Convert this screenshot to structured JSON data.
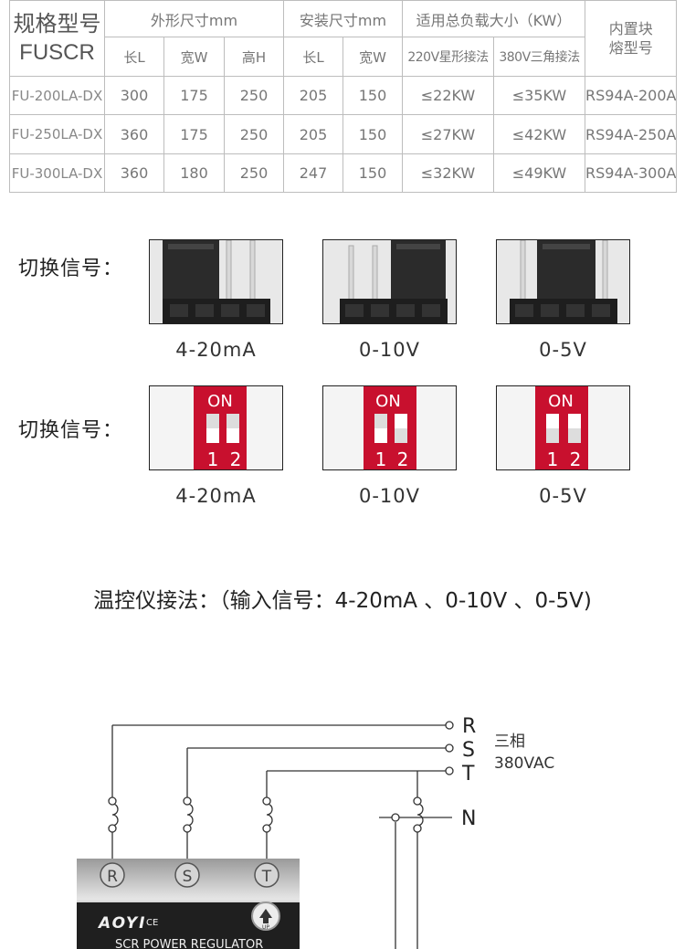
{
  "spec_table": {
    "model_header": "规格型号",
    "brand": "FUSCR",
    "outer_size_header": "外形尺寸mm",
    "install_size_header": "安装尺寸mm",
    "load_header": "适用总负载大小（KW）",
    "fuse_header": "内置块熔型号",
    "sub_headers": [
      "长L",
      "宽W",
      "高H",
      "长L",
      "宽W",
      "220V星形接法",
      "380V三角接法"
    ],
    "rows": [
      [
        "FU-200LA-DX",
        "300",
        "175",
        "250",
        "205",
        "150",
        "≤22KW",
        "≤35KW",
        "RS94A-200A"
      ],
      [
        "FU-250LA-DX",
        "360",
        "175",
        "250",
        "205",
        "150",
        "≤27KW",
        "≤42KW",
        "RS94A-250A"
      ],
      [
        "FU-300LA-DX",
        "360",
        "180",
        "250",
        "247",
        "150",
        "≤32KW",
        "≤49KW",
        "RS94A-300A"
      ]
    ]
  },
  "signal_switch": {
    "label": "切换信号：",
    "jumper_options": [
      "4-20mA",
      "0-10V",
      "0-5V"
    ],
    "dip_options": [
      "4-20mA",
      "0-10V",
      "0-5V"
    ],
    "dip_on_label": "ON",
    "dip_numbers": [
      "1",
      "2"
    ]
  },
  "wiring": {
    "title": "温控仪接法：（输入信号：4-20mA 、0-10V 、0-5V)",
    "phases": [
      "R",
      "S",
      "T"
    ],
    "neutral": "N",
    "supply_line1": "三相",
    "supply_line2": "380VAC",
    "terminals": [
      "R",
      "S",
      "T"
    ],
    "brand_logo": "AOYI",
    "ce_mark": "CE",
    "up_label": "UP",
    "device_label": "SCR POWER REGULATOR"
  }
}
